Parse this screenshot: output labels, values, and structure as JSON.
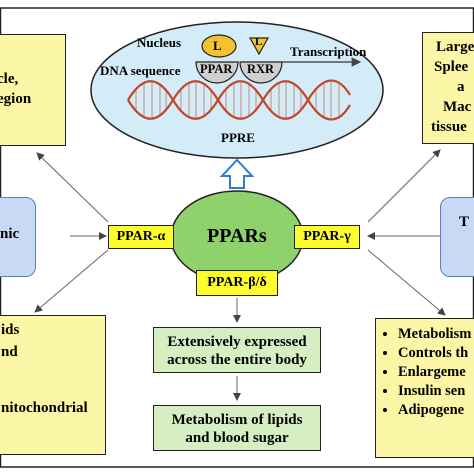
{
  "nucleus": {
    "title": "Nucleus",
    "dna_label": "DNA sequence",
    "ligand_label": "L",
    "ppar_label": "PPAR",
    "rxr_label": "RXR",
    "transcription_label": "Transcription",
    "ppre_label": "PPRE"
  },
  "center": {
    "title": "PPARs",
    "alpha": "PPAR-α",
    "gamma": "PPAR-γ",
    "beta_delta": "PPAR-β/δ"
  },
  "top_left_box": {
    "lines": [
      "cle,",
      "egion"
    ]
  },
  "top_right_box": {
    "lines": [
      "Large",
      "Splee",
      "a",
      "Mac",
      "tissue"
    ]
  },
  "left_side_box": {
    "text": "nic"
  },
  "right_side_box": {
    "text": "T"
  },
  "bottom_left_box": {
    "lines": [
      "ids",
      "nd",
      "",
      "nitochondrial"
    ]
  },
  "bottom_center": {
    "expressed_lines": [
      "Extensively expressed",
      "across the entire body"
    ],
    "metabolism_lines": [
      "Metabolism of lipids",
      "and blood sugar"
    ]
  },
  "bottom_right_box": {
    "bullets": [
      "Metabolism",
      "Controls th",
      "Enlargeme",
      "Insulin sen",
      "Adipogene"
    ]
  },
  "colors": {
    "nucleus_fill": "#d4ecf7",
    "center_green": "#8fd16a",
    "label_yellow": "#fdfd2e",
    "note_yellow": "#fbf7a6",
    "dna_strand": "#c0492b",
    "arrow_blue": "#2f7dd1"
  }
}
